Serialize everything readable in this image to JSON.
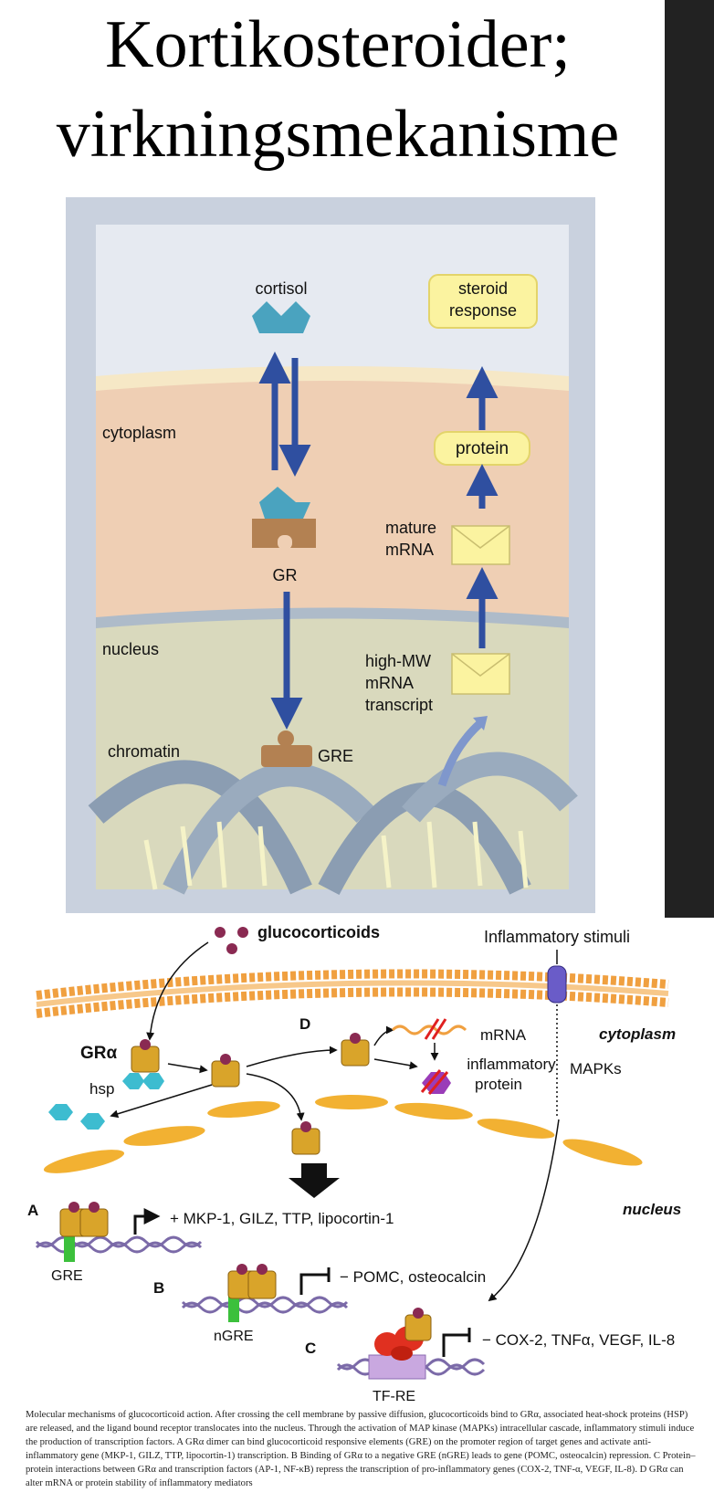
{
  "slide": {
    "title_line1": "Kortikosteroider;",
    "title_line2": "virkningsmekanisme"
  },
  "upper_diagram": {
    "cortisol": "cortisol",
    "steroid_response_1": "steroid",
    "steroid_response_2": "response",
    "cytoplasm": "cytoplasm",
    "protein": "protein",
    "mature_mrna_1": "mature",
    "mature_mrna_2": "mRNA",
    "gr": "GR",
    "nucleus": "nucleus",
    "high_mw_1": "high-MW",
    "high_mw_2": "mRNA",
    "high_mw_3": "transcript",
    "chromatin": "chromatin",
    "gre": "GRE"
  },
  "lower_diagram": {
    "glucocorticoids": "glucocorticoids",
    "inflammatory_stimuli": "Inflammatory stimuli",
    "cytoplasm": "cytoplasm",
    "nucleus": "nucleus",
    "gr_alpha": "GRα",
    "hsp": "hsp",
    "d": "D",
    "mrna": "mRNA",
    "inflammatory_protein_1": "inflammatory",
    "inflammatory_protein_2": "protein",
    "mapks": "MAPKs",
    "a": "A",
    "a_genes": "+ MKP-1, GILZ, TTP, lipocortin-1",
    "gre": "GRE",
    "b": "B",
    "b_genes": "− POMC, osteocalcin",
    "ngre": "nGRE",
    "c": "C",
    "c_genes": "− COX-2, TNFα, VEGF, IL-8",
    "tf_re": "TF-RE"
  },
  "caption": "Molecular mechanisms of glucocorticoid action. After crossing the cell membrane by passive diffusion, glucocorticoids bind to GRα, associated heat-shock proteins (HSP) are released, and the ligand bound receptor translocates into the nucleus. Through the activation of MAP kinase (MAPKs) intracellular cascade, inflammatory stimuli induce the production of transcription factors. A GRα dimer can bind glucocorticoid responsive elements (GRE) on the promoter region of target genes and activate anti-inflammatory gene (MKP-1, GILZ, TTP, lipocortin-1) transcription. B Binding of GRα to a negative GRE (nGRE) leads to gene (POMC, osteocalcin) repression. C Protein–protein interactions between GRα and transcription factors (AP-1, NF-κB) repress the transcription of pro-inflammatory genes (COX-2, TNF-α, VEGF, IL-8). D GRα can alter mRNA or protein stability of inflammatory mediators"
}
